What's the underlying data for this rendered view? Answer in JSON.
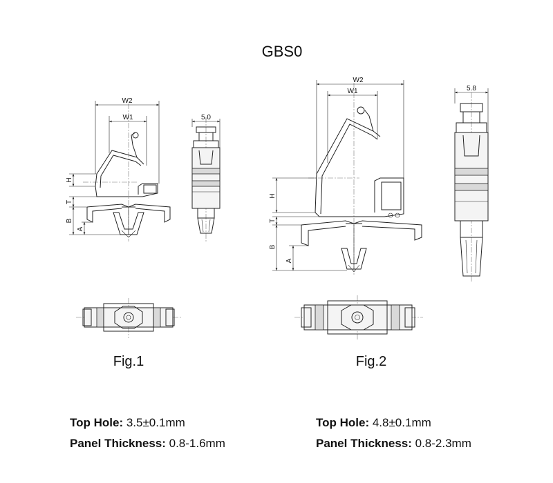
{
  "title": "GBS0",
  "figures": [
    {
      "caption": "Fig.1",
      "dims": {
        "w2": "W2",
        "w1": "W1",
        "width": "5.0",
        "h": "H",
        "t": "T",
        "b": "B",
        "a": "A"
      },
      "specs": [
        {
          "label": "Top Hole:",
          "value": " 3.5±0.1mm"
        },
        {
          "label": "Panel Thickness:",
          "value": " 0.8-1.6mm"
        }
      ]
    },
    {
      "caption": "Fig.2",
      "dims": {
        "w2": "W2",
        "w1": "W1",
        "width": "5.8",
        "h": "H",
        "t": "T",
        "b": "B",
        "a": "A"
      },
      "specs": [
        {
          "label": "Top Hole:",
          "value": " 4.8±0.1mm"
        },
        {
          "label": "Panel Thickness:",
          "value": " 0.8-2.3mm"
        }
      ]
    }
  ]
}
